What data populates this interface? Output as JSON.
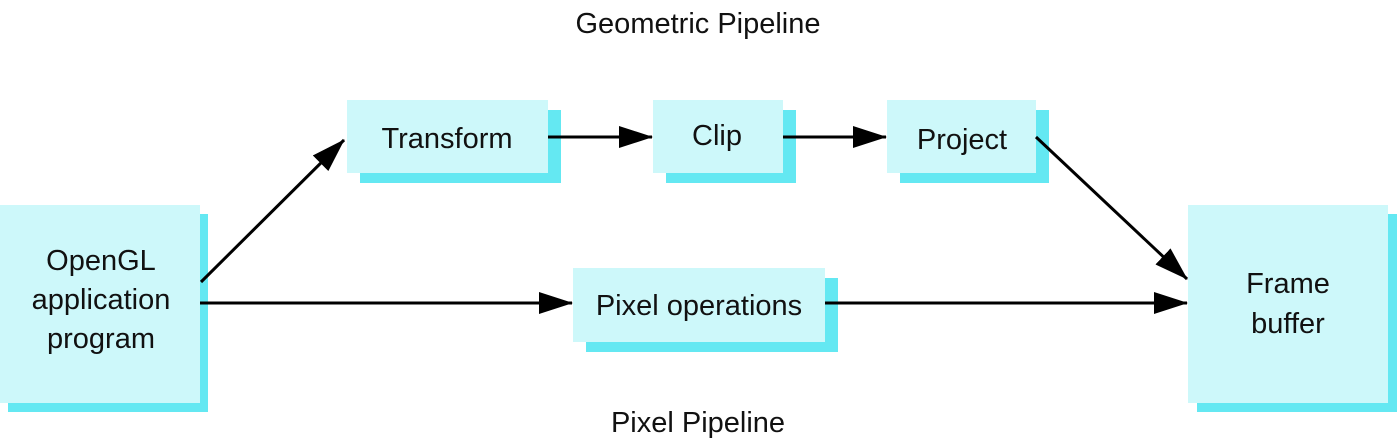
{
  "colors": {
    "box_fill": "#cdf8fa",
    "box_shadow": "#64e8f2",
    "arrow": "#000000",
    "text": "#111111",
    "background": "#ffffff"
  },
  "titles": {
    "geometric": "Geometric Pipeline",
    "pixel": "Pixel Pipeline"
  },
  "nodes": {
    "app": [
      "OpenGL",
      "application",
      "program"
    ],
    "transform": "Transform",
    "clip": "Clip",
    "project": "Project",
    "pixel_ops": "Pixel operations",
    "frame_buffer": [
      "Frame",
      "buffer"
    ]
  },
  "edges": [
    {
      "from": "app",
      "to": "transform"
    },
    {
      "from": "transform",
      "to": "clip"
    },
    {
      "from": "clip",
      "to": "project"
    },
    {
      "from": "project",
      "to": "frame_buffer"
    },
    {
      "from": "app",
      "to": "pixel_ops"
    },
    {
      "from": "pixel_ops",
      "to": "frame_buffer"
    }
  ]
}
